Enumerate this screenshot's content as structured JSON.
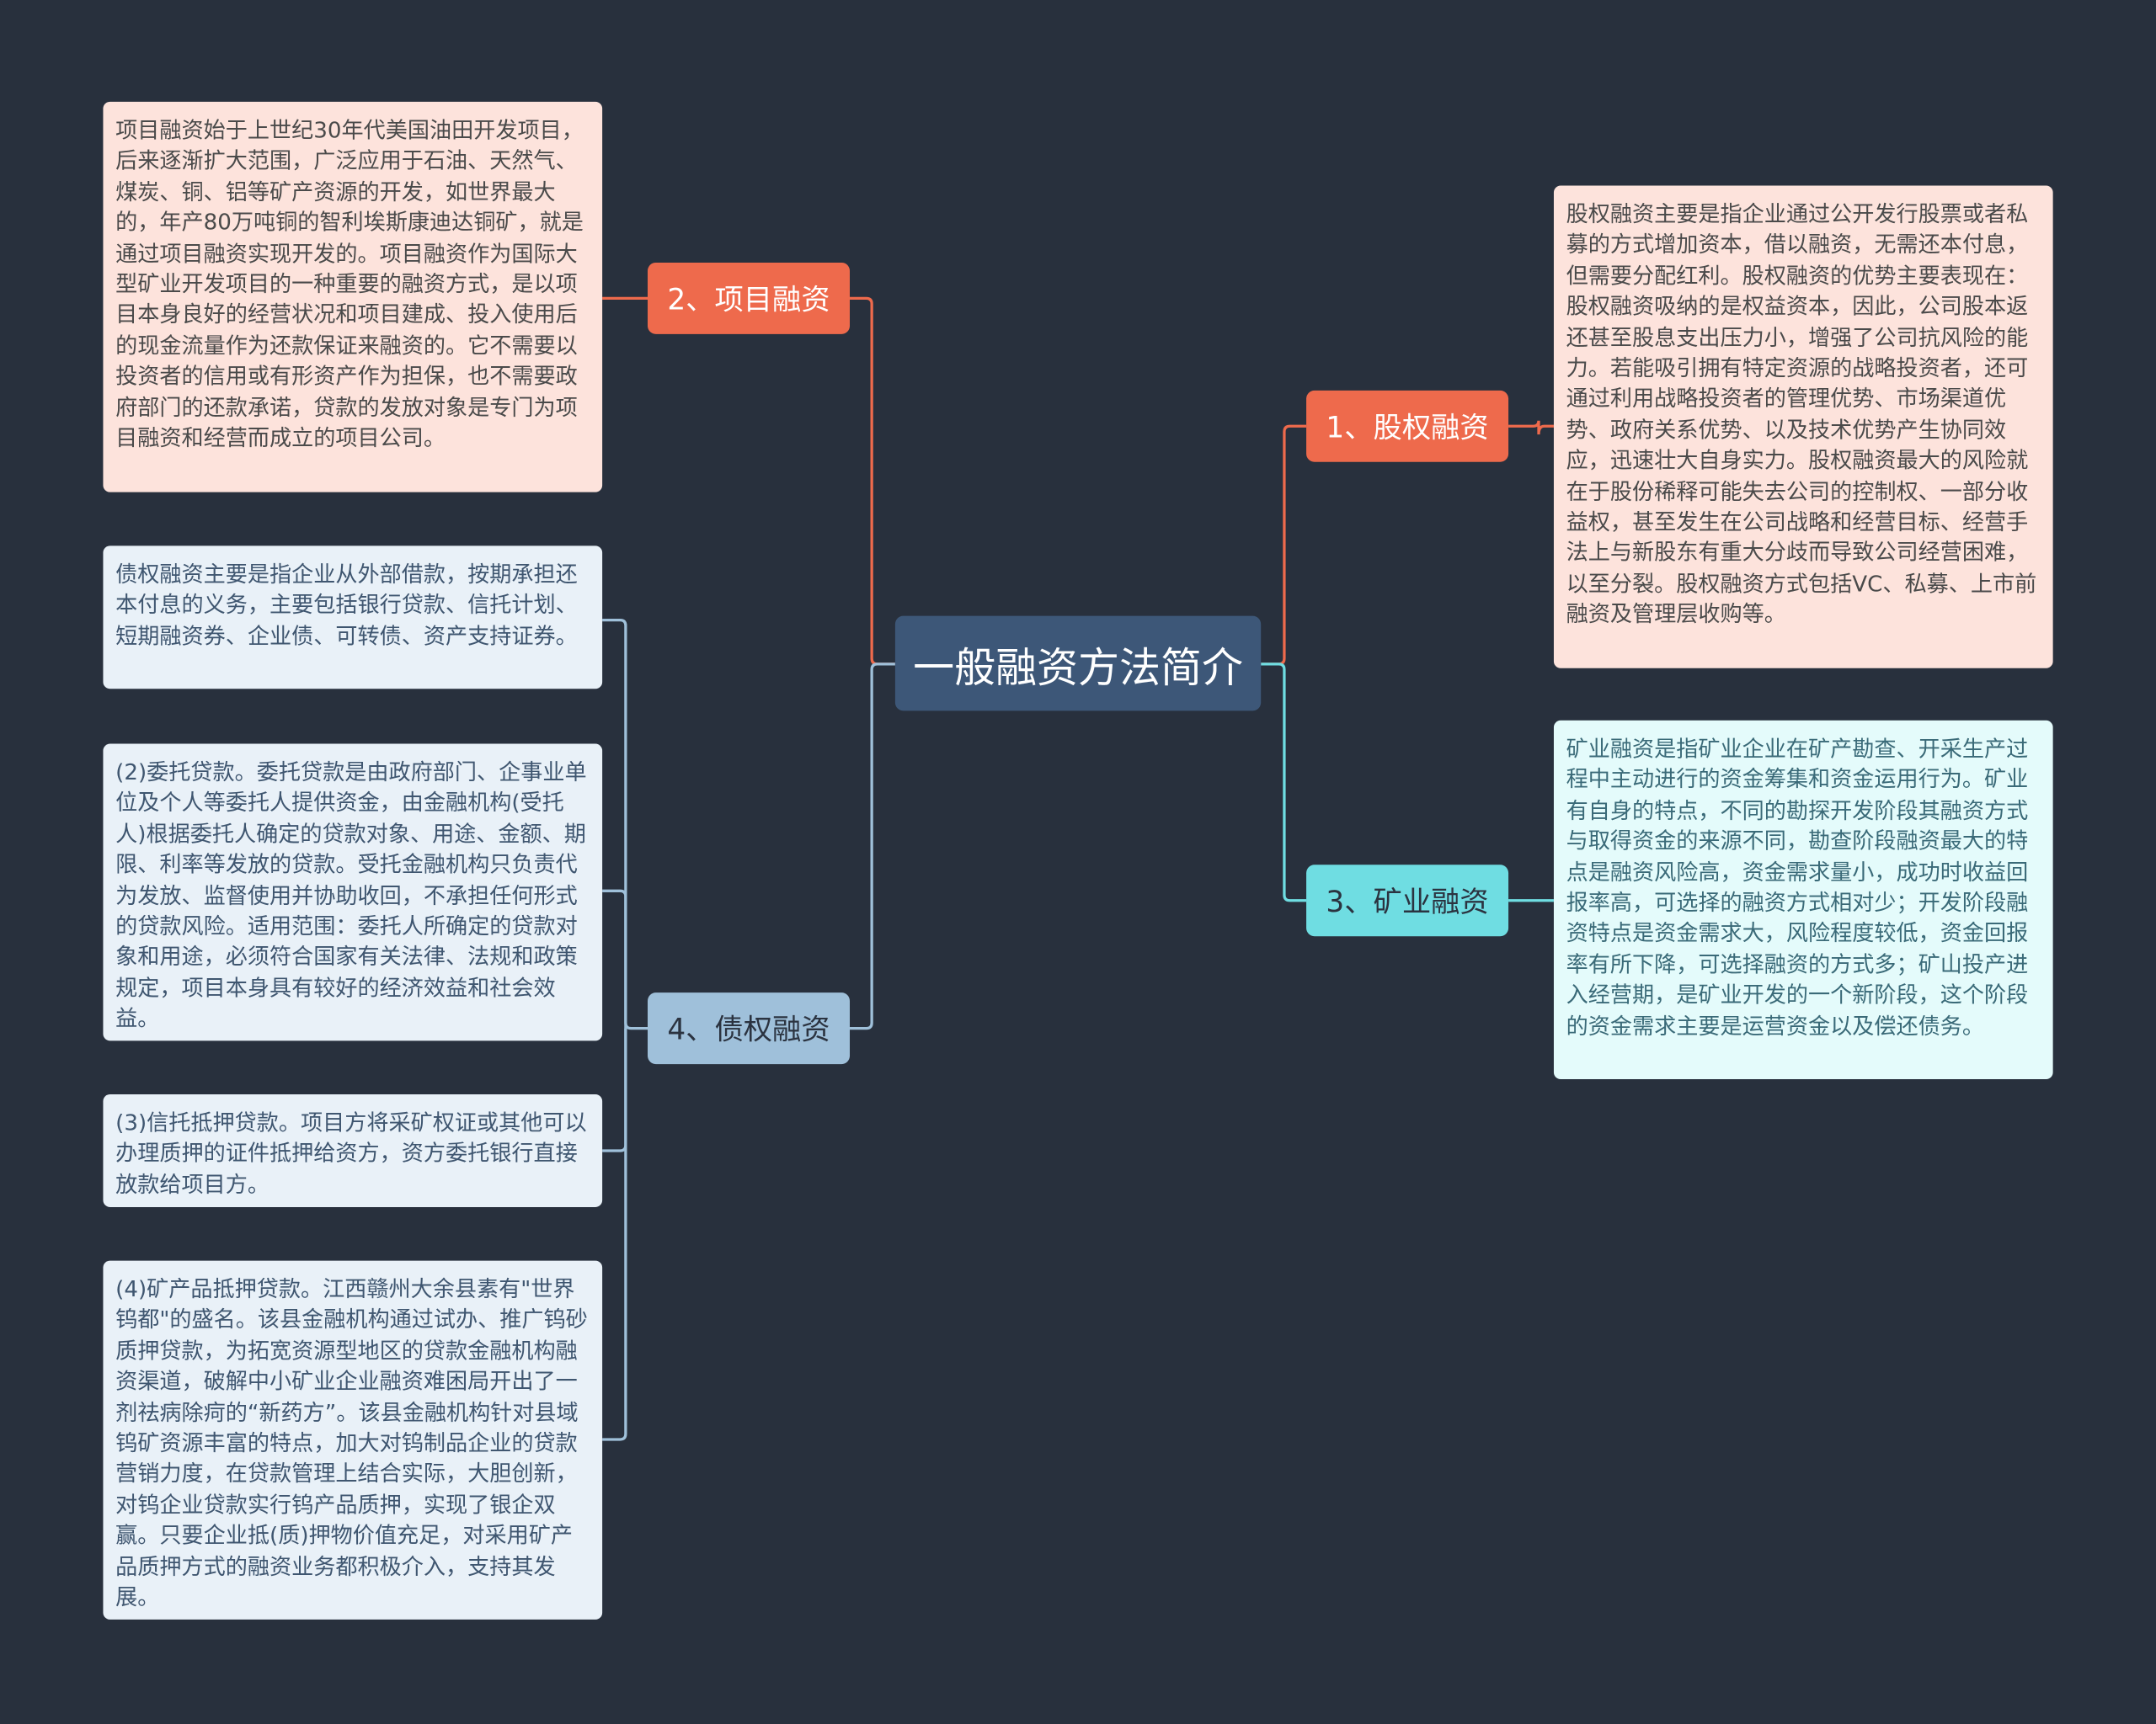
{
  "title": "一般融资方法简介",
  "colors": {
    "background": "#28303d",
    "root": "#3d5778",
    "orange": "#ee6a4c",
    "cyan": "#6fdde2",
    "blue": "#9fc0da",
    "orange_leaf": "#fde3dc",
    "cyan_leaf": "#e4fbfb",
    "blue_leaf": "#e9f1f8"
  },
  "branches": [
    {
      "label": "1、股权融资",
      "details": [
        "股权融资主要是指企业通过公开发行股票或者私募的方式增加资本，借以融资，无需还本付息，但需要分配红利。股权融资的优势主要表现在：股权融资吸纳的是权益资本，因此，公司股本返还甚至股息支出压力小，增强了公司抗风险的能力。若能吸引拥有特定资源的战略投资者，还可通过利用战略投资者的管理优势、市场渠道优势、政府关系优势、以及技术优势产生协同效应，迅速壮大自身实力。股权融资最大的风险就在于股份稀释可能失去公司的控制权、一部分收益权，甚至发生在公司战略和经营目标、经营手法上与新股东有重大分歧而导致公司经营困难，以至分裂。股权融资方式包括VC、私募、上市前融资及管理层收购等。"
      ]
    },
    {
      "label": "2、项目融资",
      "details": [
        "项目融资始于上世纪30年代美国油田开发项目，后来逐渐扩大范围，广泛应用于石油、天然气、煤炭、铜、铝等矿产资源的开发，如世界最大的，年产80万吨铜的智利埃斯康迪达铜矿，就是通过项目融资实现开发的。项目融资作为国际大型矿业开发项目的一种重要的融资方式，是以项目本身良好的经营状况和项目建成、投入使用后的现金流量作为还款保证来融资的。它不需要以投资者的信用或有形资产作为担保，也不需要政府部门的还款承诺，贷款的发放对象是专门为项目融资和经营而成立的项目公司。"
      ]
    },
    {
      "label": "3、矿业融资",
      "details": [
        "矿业融资是指矿业企业在矿产勘查、开采生产过程中主动进行的资金筹集和资金运用行为。矿业有自身的特点，不同的勘探开发阶段其融资方式与取得资金的来源不同，勘查阶段融资最大的特点是融资风险高，资金需求量小，成功时收益回报率高，可选择的融资方式相对少；开发阶段融资特点是资金需求大，风险程度较低，资金回报率有所下降，可选择融资的方式多；矿山投产进入经营期，是矿业开发的一个新阶段，这个阶段的资金需求主要是运营资金以及偿还债务。"
      ]
    },
    {
      "label": "4、债权融资",
      "details": [
        "债权融资主要是指企业从外部借款，按期承担还本付息的义务，主要包括银行贷款、信托计划、短期融资券、企业债、可转债、资产支持证券。",
        "(2)委托贷款。委托贷款是由政府部门、企事业单位及个人等委托人提供资金，由金融机构(受托人)根据委托人确定的贷款对象、用途、金额、期限、利率等发放的贷款。受托金融机构只负责代为发放、监督使用并协助收回，不承担任何形式的贷款风险。适用范围：委托人所确定的贷款对象和用途，必须符合国家有关法律、法规和政策规定，项目本身具有较好的经济效益和社会效益。",
        "(3)信托抵押贷款。项目方将采矿权证或其他可以办理质押的证件抵押给资方，资方委托银行直接放款给项目方。",
        "(4)矿产品抵押贷款。江西赣州大余县素有\"世界钨都\"的盛名。该县金融机构通过试办、推广钨砂质押贷款，为拓宽资源型地区的贷款金融机构融资渠道，破解中小矿业企业融资难困局开出了一剂祛病除疴的“新药方”。该县金融机构针对县域钨矿资源丰富的特点，加大对钨制品企业的贷款营销力度，在贷款管理上结合实际，大胆创新，对钨企业贷款实行钨产品质押，实现了银企双赢。只要企业抵(质)押物价值充足，对采用矿产品质押方式的融资业务都积极介入，支持其发展。"
      ]
    }
  ]
}
